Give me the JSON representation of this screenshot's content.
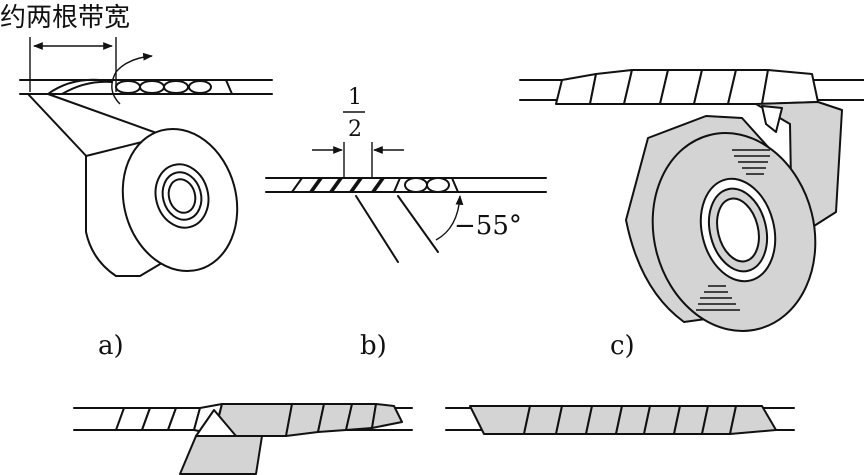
{
  "annotation_a": "约两根带宽",
  "fraction": {
    "numerator": "1",
    "denominator": "2"
  },
  "angle_label": "−55°",
  "panels": {
    "a": "a)",
    "b": "b)",
    "c": "c)"
  }
}
